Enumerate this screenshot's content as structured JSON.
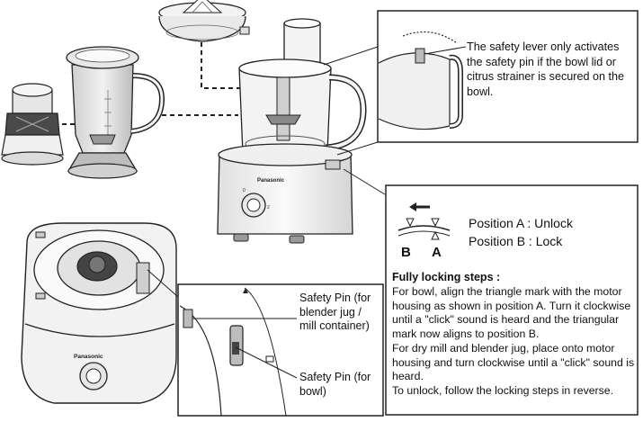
{
  "brand": {
    "processor_logo": "Panasonic",
    "base_logo": "Panasonic"
  },
  "callouts": {
    "safety_lever": "The safety lever only activates the safety pin if the bowl lid or citrus strainer is secured on the bowl."
  },
  "positions": {
    "label_b": "B",
    "label_a": "A",
    "a_text": "Position A : Unlock",
    "b_text": "Position B : Lock"
  },
  "steps": {
    "title": "Fully locking steps :",
    "paragraphs": [
      "For bowl, align the triangle mark with the motor housing as shown in position A. Turn it clockwise until a \"click\" sound is heard and the triangular mark now aligns to position B.",
      "For dry mill and blender jug, place onto motor housing and turn clockwise until a \"click\" sound is heard.",
      "To unlock, follow the locking steps in reverse."
    ]
  },
  "pins": {
    "blender_pin": "Safety Pin (for blender jug / mill container)",
    "bowl_pin": "Safety Pin (for bowl)"
  },
  "colors": {
    "line": "#222222",
    "body_fill": "#f7f7f7",
    "dark_fill": "#3a3a3a"
  }
}
